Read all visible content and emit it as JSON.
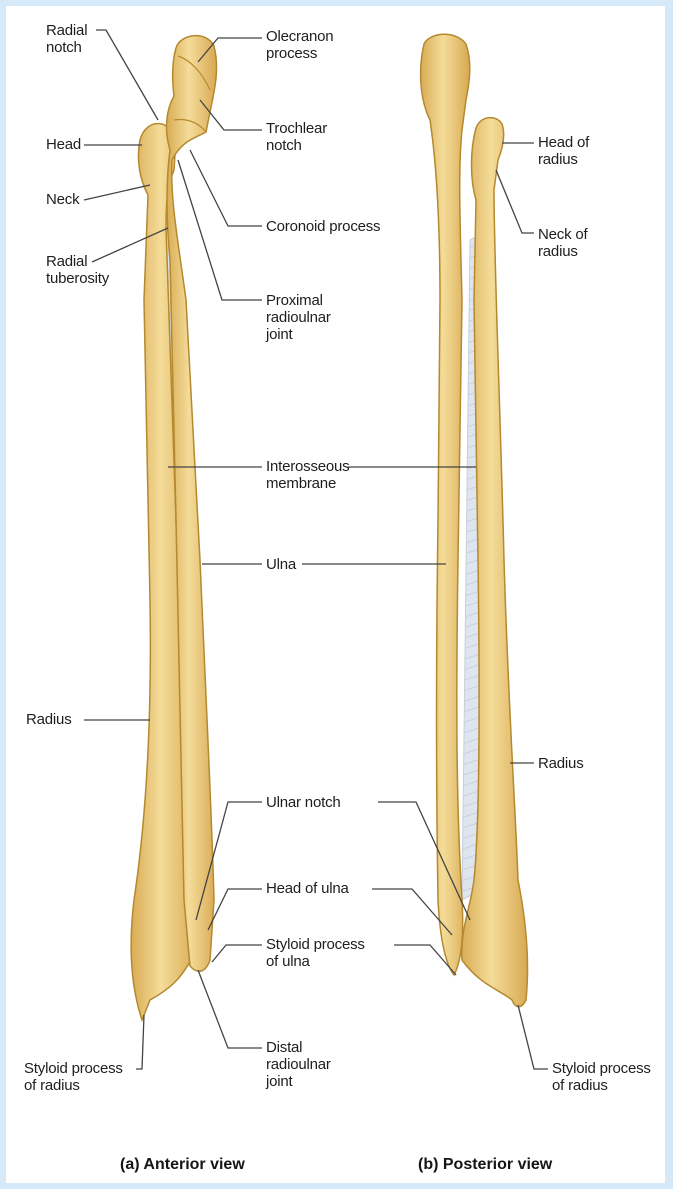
{
  "figure": {
    "background_color": "#d6e9f8",
    "bone_color": "#ecc978",
    "bone_outline": "#b4892f",
    "membrane_color": "#dde3ec"
  },
  "anterior": {
    "caption": "(a) Anterior view",
    "labels": {
      "radial_notch": "Radial\nnotch",
      "head": "Head",
      "neck": "Neck",
      "radial_tuberosity": "Radial\ntuberosity",
      "olecranon_process": "Olecranon\nprocess",
      "trochlear_notch": "Trochlear\nnotch",
      "coronoid_process": "Coronoid process",
      "proximal_radioulnar_joint": "Proximal\nradioulnar\njoint",
      "interosseous_membrane": "Interosseous\nmembrane",
      "ulna": "Ulna",
      "radius": "Radius",
      "ulnar_notch": "Ulnar notch",
      "head_of_ulna": "Head of ulna",
      "styloid_process_of_ulna": "Styloid process\nof ulna",
      "distal_radioulnar_joint": "Distal\nradioulnar\njoint",
      "styloid_process_of_radius": "Styloid process\nof radius"
    }
  },
  "posterior": {
    "caption": "(b) Posterior view",
    "labels": {
      "head_of_radius": "Head of\nradius",
      "neck_of_radius": "Neck of\nradius",
      "radius": "Radius",
      "styloid_process_of_radius": "Styloid process\nof radius"
    }
  }
}
